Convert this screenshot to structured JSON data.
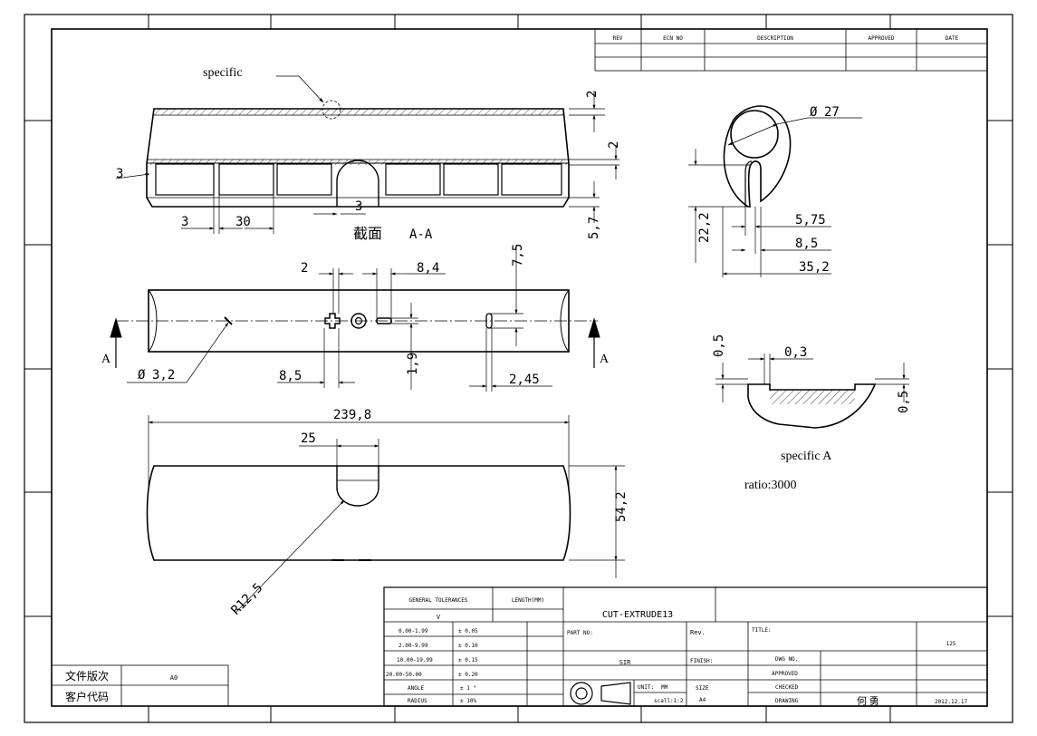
{
  "revision_table": {
    "headers": [
      "REV",
      "ECN NO",
      "DESCRIPTION",
      "APPROVED",
      "DATE"
    ]
  },
  "labels": {
    "specific": "specific",
    "section": "截面",
    "section_id": "A-A",
    "specific_a": "specific A",
    "ratio": "ratio:3000",
    "arrow_a": "A"
  },
  "dimensions": {
    "d_2_top": "2",
    "d_2_mid": "2",
    "d_3_left": "3",
    "d_3_bottom": "3",
    "d_3_under": "3",
    "d_30": "30",
    "d_5_7": "5,7",
    "d_27": "27",
    "d_22_2": "22,2",
    "d_5_75": "5,75",
    "d_8_5_right": "8,5",
    "d_35_2": "35,2",
    "d_2_front": "2",
    "d_8_4": "8,4",
    "d_7_5": "7,5",
    "d_3_2": "3,2",
    "d_8_5_front": "8,5",
    "d_1_9": "1,9",
    "d_2_45": "2,45",
    "d_0_3": "0,3",
    "d_0_5_left": "0,5",
    "d_0_5_right": "0,5",
    "d_239_8": "239,8",
    "d_25": "25",
    "d_54_2": "54,2",
    "d_r12_5": "R12,5",
    "dia_symbol": "Ø"
  },
  "title_block": {
    "general_tolerances": "GENERAL TOLERANCES",
    "length_mm": "LENGTH(MM)",
    "v": "V",
    "tolerances": [
      {
        "range": "0.00-1.99",
        "tol": "± 0.05"
      },
      {
        "range": "2.00-9.99",
        "tol": "± 0.10"
      },
      {
        "range": "10.00-19.99",
        "tol": "± 0.15"
      },
      {
        "range": "20.00-50.00",
        "tol": "± 0.20"
      },
      {
        "range": "ANGLE",
        "tol": "± 1 °"
      },
      {
        "range": "RADIUS",
        "tol": "± 10%"
      }
    ],
    "part_name": "CUT-EXTRUDE13",
    "part_no": "PART NO:",
    "rev": "Rev.",
    "title": "TITLE:",
    "title_value": "125",
    "material": "SIR",
    "finish": "FINISH:",
    "unit": "UNIT:",
    "unit_value": "MM",
    "scale": "scall:1:2",
    "size": "SIZE",
    "size_value": "A4",
    "dwg_no": "DWG NO.",
    "approved": "APPROVED",
    "checked": "CHECKED",
    "drawing": "DRAWING",
    "drawer": "何 勇",
    "date": "2012.12.17"
  },
  "left_block": {
    "file_version_label": "文件版次",
    "file_version_value": "A0",
    "customer_code_label": "客户代码",
    "customer_code_value": ""
  }
}
